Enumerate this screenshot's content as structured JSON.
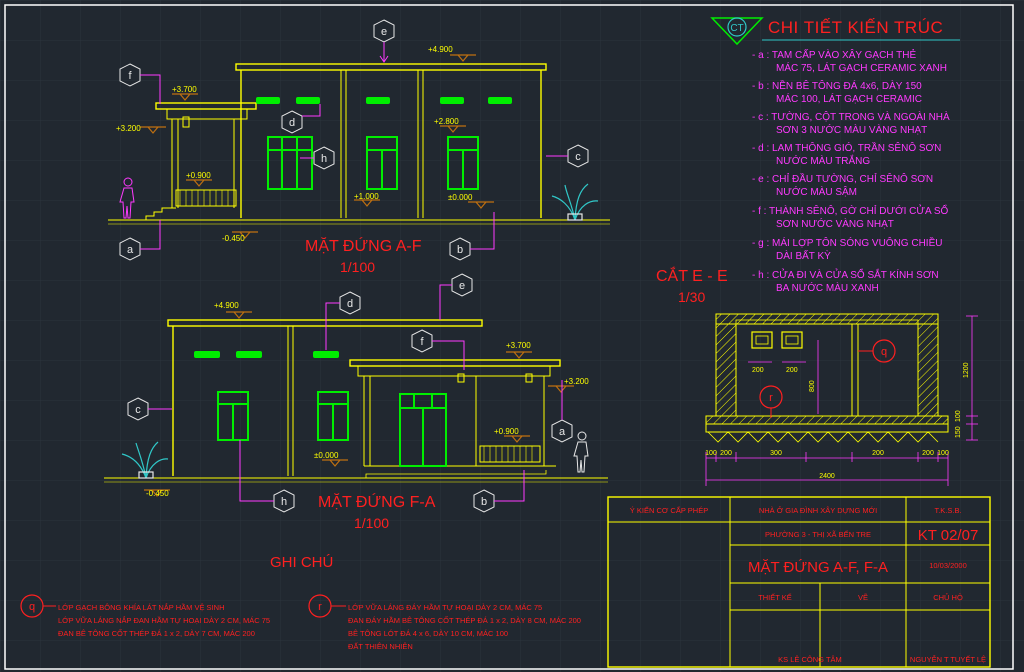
{
  "header": {
    "title": "CHI TIẾT KIẾN TRÚC",
    "logo_text": "CT"
  },
  "legend": [
    {
      "key": "a",
      "lines": [
        "- a : TAM CẤP VÀO XÂY GẠCH THẺ",
        "MÁC 75, LÁT GẠCH CERAMIC XANH"
      ]
    },
    {
      "key": "b",
      "lines": [
        "- b : NỀN BÊ TÔNG ĐÁ 4x6, DÀY 150",
        "MÁC 100, LÁT GẠCH CERAMIC"
      ]
    },
    {
      "key": "c",
      "lines": [
        "- c : TƯỜNG, CỘT TRONG VÀ NGOÀI NHÀ",
        "SƠN 3 NƯỚC MÀU VÀNG NHẠT"
      ]
    },
    {
      "key": "d",
      "lines": [
        "- d : LAM THÔNG GIÓ, TRẦN SÊNÔ SƠN",
        "NƯỚC MÀU TRẮNG"
      ]
    },
    {
      "key": "e",
      "lines": [
        "- e : CHỈ ĐẦU TƯỜNG, CHỈ SÊNÔ SƠN",
        "NƯỚC MÀU SẬM"
      ]
    },
    {
      "key": "f",
      "lines": [
        "- f : THÀNH SÊNÔ, GỜ CHỈ DƯỚI CỬA SỔ",
        "SƠN NƯỚC VÀNG NHẠT"
      ]
    },
    {
      "key": "g",
      "lines": [
        "- g : MÁI LỢP TÔN SÓNG VUÔNG CHIỀU",
        "DÀI BẤT KỲ"
      ]
    },
    {
      "key": "h",
      "lines": [
        "- h : CỬA ĐI VÀ CỬA SỔ SẮT KÍNH SƠN",
        "BA NƯỚC MÀU XANH"
      ]
    }
  ],
  "elevation1": {
    "title": "MẶT ĐỨNG A-F",
    "scale": "1/100",
    "levels": [
      "+4.900",
      "+3.700",
      "+3.200",
      "+2.800",
      "+0.900",
      "+1.000",
      "±0.000",
      "-0.450"
    ],
    "tags": [
      "a",
      "b",
      "c",
      "d",
      "e",
      "f",
      "h"
    ]
  },
  "elevation2": {
    "title": "MẶT ĐỨNG F-A",
    "scale": "1/100",
    "levels": [
      "+4.900",
      "+3.700",
      "+3.200",
      "+0.900",
      "±0.000",
      "-0.450"
    ],
    "tags": [
      "a",
      "b",
      "c",
      "d",
      "e",
      "f",
      "h"
    ]
  },
  "section": {
    "title": "CẮT E - E",
    "scale": "1/30",
    "tags": [
      "q",
      "r"
    ],
    "dims_bottom": [
      "100",
      "200",
      "300",
      "200",
      "200",
      "100"
    ],
    "total": "2400",
    "inner_dims": [
      "200",
      "200",
      "800"
    ],
    "right_dims": [
      "1200",
      "100",
      "150"
    ]
  },
  "notes": {
    "title": "GHI CHÚ",
    "q": {
      "key": "q",
      "lines": [
        "LỚP GẠCH BÔNG KHÍA LÁT NẮP HẦM VỆ SINH",
        "LỚP VỮA LÁNG NẮP ĐAN HẦM TỰ HOẠI DÀY 2 CM, MÁC 75",
        "ĐAN BÊ TÔNG CỐT THÉP ĐÁ 1 x 2, DÀY 7 CM, MÁC 200"
      ]
    },
    "r": {
      "key": "r",
      "lines": [
        "LỚP VỮA LÁNG ĐÁY HẦM TỰ HOẠI DÀY 2 CM, MÁC 75",
        "ĐAN ĐÁY HẦM BÊ TÔNG CỐT THÉP ĐÁ 1 x 2, DÀY 8 CM, MÁC 200",
        "BÊ TÔNG LÓT ĐÁ 4 x 6, DÀY 10 CM, MÁC 100",
        "ĐẤT THIÊN NHIÊN"
      ]
    }
  },
  "titleblock": {
    "approval": "Ý KIẾN CƠ CẤP PHÉP",
    "project": "NHÀ Ở GIA ĐÌNH XÂY DỰNG MỚI",
    "tks": "T.K.S.B.",
    "address": "PHƯỜNG 3 - THỊ XÃ BẾN TRE",
    "sheet": "KT 02/07",
    "drawing_title": "MẶT ĐỨNG A-F, F-A",
    "date": "10/03/2000",
    "design": "THIẾT KẾ",
    "draw": "VẼ",
    "owner": "CHỦ HỘ",
    "architect": "KS LÊ CÔNG TÂM",
    "owner_name": "NGUYỄN T TUYẾT LỆ"
  },
  "colors": {
    "background": "#212830",
    "line": "#ffff00",
    "text": "#ff2020",
    "legend_text": "#ff3aff",
    "green": "#00ee00",
    "teal": "#30c8c8",
    "white": "#e8e8e8",
    "orange": "#c07010"
  }
}
